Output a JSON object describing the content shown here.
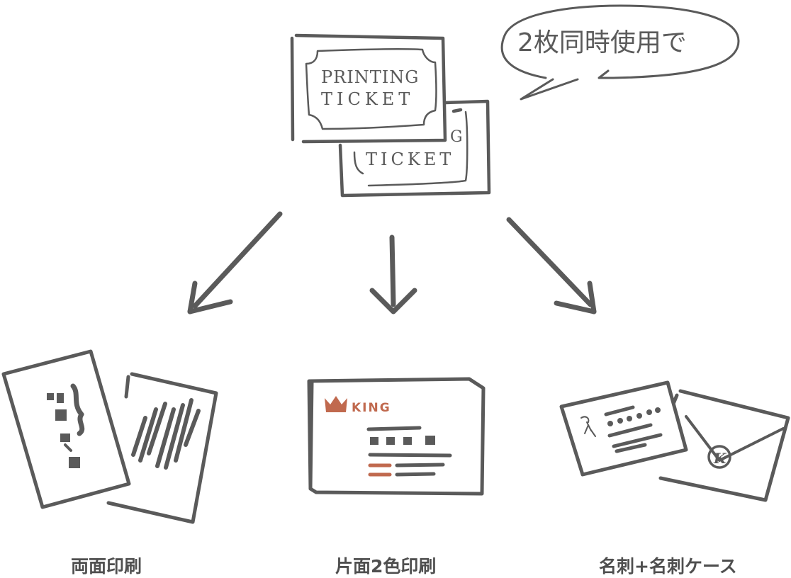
{
  "speech_bubble": {
    "text": "2枚同時使用で"
  },
  "ticket_front": {
    "line1": "PRINTING",
    "line2": "TICKET"
  },
  "ticket_back": {
    "line1": "G",
    "line2": "TICKET"
  },
  "card_middle": {
    "brand": "KING"
  },
  "options": [
    {
      "label": "両面印刷"
    },
    {
      "label": "片面2色印刷"
    },
    {
      "label": "名刺+名刺ケース"
    }
  ],
  "colors": {
    "ink": "#5a5a5a",
    "accent": "#c0694e",
    "background": "#ffffff"
  }
}
